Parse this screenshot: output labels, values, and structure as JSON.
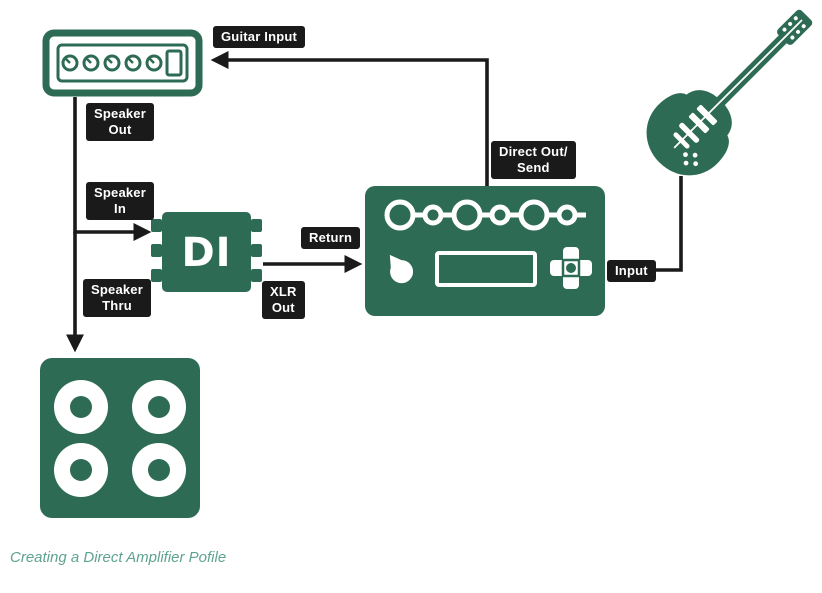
{
  "diagram": {
    "caption": "Creating a Direct Amplifier Pofile",
    "di_box_label": "DI",
    "labels": {
      "guitar_input": "Guitar Input",
      "speaker_out": "Speaker\nOut",
      "speaker_in": "Speaker\nIn",
      "direct_out_send": "Direct Out/\nSend",
      "return_label": "Return",
      "xlr_out": "XLR\nOut",
      "input": "Input",
      "speaker_thru": "Speaker\nThru"
    },
    "devices": {
      "amp_head": "guitar-amplifier-head",
      "guitar": "electric-guitar",
      "di_box": "di-box",
      "profiler": "profiler-amp-modeler",
      "cabinet": "speaker-cabinet-4x12"
    },
    "colors": {
      "device_green": "#2E6B54",
      "label_bg": "#1A1A1A",
      "label_text": "#FFFFFF",
      "arrow": "#1A1A1A",
      "caption_text": "#5EA290",
      "background": "#FFFFFF"
    }
  }
}
